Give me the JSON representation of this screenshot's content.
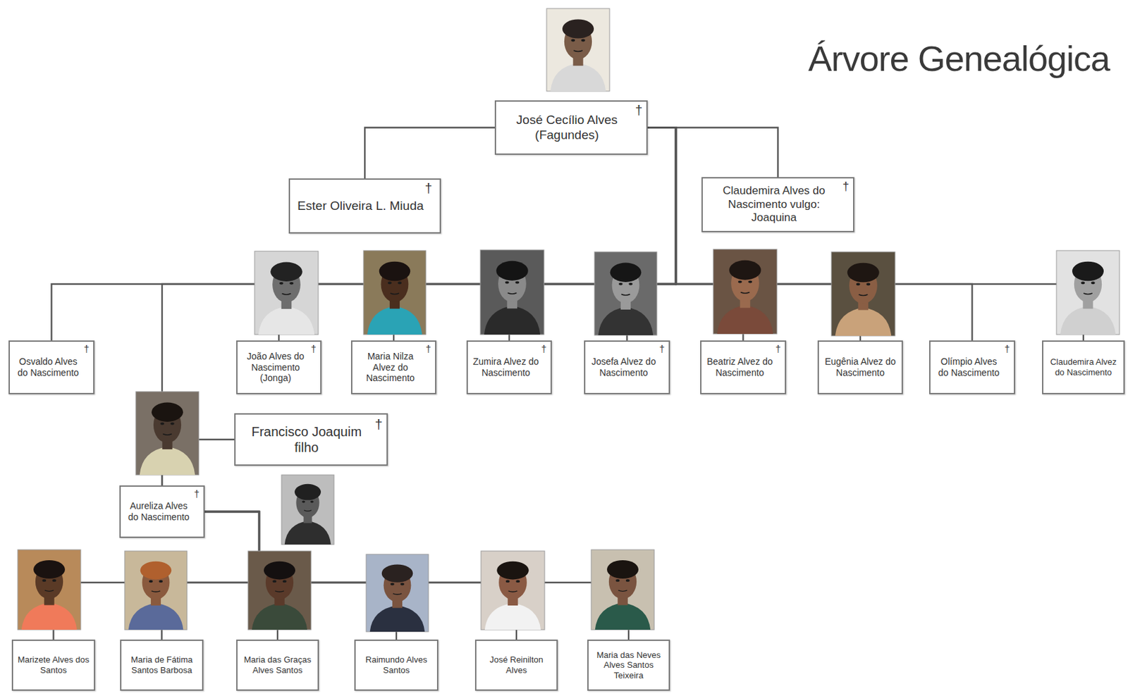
{
  "diagram": {
    "title": "Árvore Genealógica",
    "nodes": [
      {
        "text": [
          "José Cecílio Alves (Fagundes)",
          "†"
        ]
      },
      {
        "text": [
          "Ester Oliveira L. Miuda",
          "†"
        ]
      },
      {
        "text": [
          "Claudemira Alves do Nascimento vulgo: Joaquina",
          "†"
        ]
      },
      {
        "text": [
          "Osvaldo Alves do Nascimento",
          "†"
        ]
      },
      {
        "text": [
          "João Alves do Nascimento (Jonga)",
          "†"
        ]
      },
      {
        "text": [
          "Maria Nilza Alvez do Nascimento",
          "†"
        ]
      },
      {
        "text": [
          "Zumira Alvez do Nascimento",
          "†"
        ]
      },
      {
        "text": [
          "Josefa Alvez do Nascimento",
          "†"
        ]
      },
      {
        "text": [
          "Beatriz Alvez do Nascimento",
          "†"
        ]
      },
      {
        "text": [
          "Eugênia Alvez do Nascimento"
        ]
      },
      {
        "text": [
          "Olímpio Alves do Nascimento",
          "†"
        ]
      },
      {
        "text": [
          "Claudemira Alvez do Nascimento"
        ]
      },
      {
        "text": [
          "Francisco Joaquim filho",
          "†"
        ]
      },
      {
        "text": [
          "Aureliza Alves do Nascimento",
          "†"
        ]
      },
      {
        "text": [
          "Marizete Alves dos Santos"
        ]
      },
      {
        "text": [
          "Maria de Fátima Santos Barbosa"
        ]
      },
      {
        "text": [
          "Maria das Graças Alves Santos"
        ]
      },
      {
        "text": [
          "Raimundo Alves Santos"
        ]
      },
      {
        "text": [
          "José Reinilton Alves"
        ]
      },
      {
        "text": [
          "Maria das Neves Alves Santos Teixeira"
        ]
      }
    ],
    "edges": [
      {
        "from": 0,
        "to": 1,
        "arrow": "none"
      },
      {
        "from": 0,
        "to": 2,
        "arrow": "none"
      },
      {
        "from": 0,
        "to": 3,
        "arrow": "none"
      },
      {
        "from": 0,
        "to": 4,
        "arrow": "none"
      },
      {
        "from": 0,
        "to": 5,
        "arrow": "none"
      },
      {
        "from": 0,
        "to": 6,
        "arrow": "none"
      },
      {
        "from": 0,
        "to": 7,
        "arrow": "none"
      },
      {
        "from": 0,
        "to": 8,
        "arrow": "none"
      },
      {
        "from": 0,
        "to": 9,
        "arrow": "none"
      },
      {
        "from": 0,
        "to": 10,
        "arrow": "none"
      },
      {
        "from": 0,
        "to": 11,
        "arrow": "none"
      },
      {
        "from": 0,
        "to": 13,
        "arrow": "none"
      },
      {
        "from": 12,
        "to": 13,
        "arrow": "none"
      },
      {
        "from": 13,
        "to": 14,
        "arrow": "none"
      },
      {
        "from": 13,
        "to": 15,
        "arrow": "none"
      },
      {
        "from": 13,
        "to": 16,
        "arrow": "none"
      },
      {
        "from": 13,
        "to": 17,
        "arrow": "none"
      },
      {
        "from": 13,
        "to": 18,
        "arrow": "none"
      },
      {
        "from": 13,
        "to": 19,
        "arrow": "none"
      }
    ]
  }
}
